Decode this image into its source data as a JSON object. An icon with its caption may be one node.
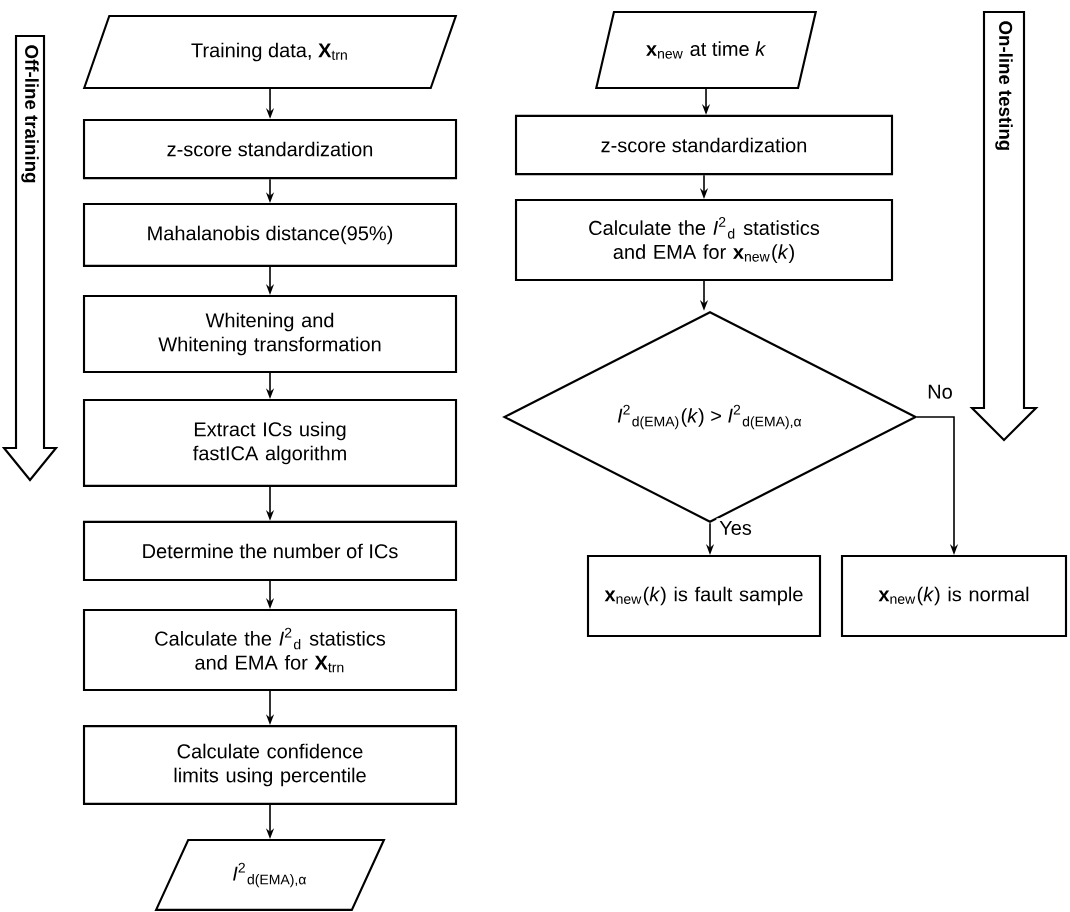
{
  "diagram": {
    "nodes": [
      {
        "text": [
          "Training data, **X**$_{trn}$"
        ]
      },
      {
        "text": [
          "z-score standardization"
        ]
      },
      {
        "text": [
          "Mahalanobis distance(95%)"
        ]
      },
      {
        "text": [
          "Whitening and Whitening transformation"
        ]
      },
      {
        "text": [
          "Extract ICs using fastICA algorithm"
        ]
      },
      {
        "text": [
          "Determine the number of ICs"
        ]
      },
      {
        "text": [
          "Calculate the *I*$^{2}$$_{d}$ statistics and EMA for **X**$_{trn}$"
        ]
      },
      {
        "text": [
          "Calculate confidence limits using percentile"
        ]
      },
      {
        "text": [
          "*I*$^{2}$$_{d(EMA),α}$"
        ]
      },
      {
        "text": [
          "**x**$_{new}$ at time *k*"
        ]
      },
      {
        "text": [
          "z-score standardization"
        ]
      },
      {
        "text": [
          "Calculate the *I*$^{2}$$_{d}$ statistics and EMA for **x**$_{new}$(*k*)"
        ]
      },
      {
        "text": [
          "*I*$^{2}$$_{d(EMA)}$(*k*) > *I*$^{2}$$_{d(EMA),α}$"
        ]
      },
      {
        "text": [
          "**x**$_{new}$(*k*) is fault sample"
        ]
      },
      {
        "text": [
          "**x**$_{new}$(*k*) is normal"
        ]
      }
    ],
    "edges": [
      {
        "from": 0,
        "to": 1,
        "arrow": "to"
      },
      {
        "from": 1,
        "to": 2,
        "arrow": "to"
      },
      {
        "from": 2,
        "to": 3,
        "arrow": "to"
      },
      {
        "from": 3,
        "to": 4,
        "arrow": "to"
      },
      {
        "from": 4,
        "to": 5,
        "arrow": "to"
      },
      {
        "from": 5,
        "to": 6,
        "arrow": "to"
      },
      {
        "from": 6,
        "to": 7,
        "arrow": "to"
      },
      {
        "from": 7,
        "to": 8,
        "arrow": "to"
      },
      {
        "from": 9,
        "to": 10,
        "arrow": "to"
      },
      {
        "from": 10,
        "to": 11,
        "arrow": "to"
      },
      {
        "from": 11,
        "to": 12,
        "arrow": "to"
      },
      {
        "from": 12,
        "to": 13,
        "label": "Yes",
        "arrow": "to"
      },
      {
        "from": 12,
        "to": 14,
        "label": "No",
        "arrow": "to"
      }
    ],
    "labels": [
      "Off-line training",
      "On-line testing"
    ]
  }
}
